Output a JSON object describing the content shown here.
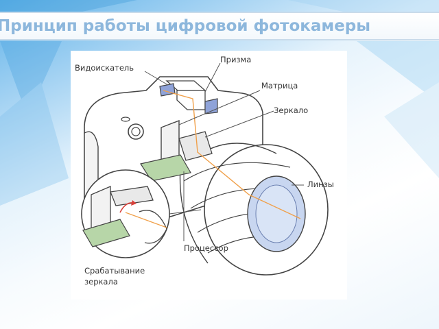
{
  "slide": {
    "title": "Принцип работы цифровой фотокамеры"
  },
  "diagram": {
    "labels": {
      "viewfinder": "Видоискатель",
      "prism": "Призма",
      "matrix": "Матрица",
      "mirror": "Зеркало",
      "lenses": "Линзы",
      "processor": "Процессор",
      "mirror_trigger_line1": "Срабатывание",
      "mirror_trigger_line2": "зеркала"
    }
  },
  "colors": {
    "title_text": "#8db7dc",
    "light_ray": "#f0a04a",
    "board": "#b7d6a8",
    "prism_glass": "#8fa3d9",
    "lens_glass": "#c8d6f0",
    "outline": "#444444"
  }
}
